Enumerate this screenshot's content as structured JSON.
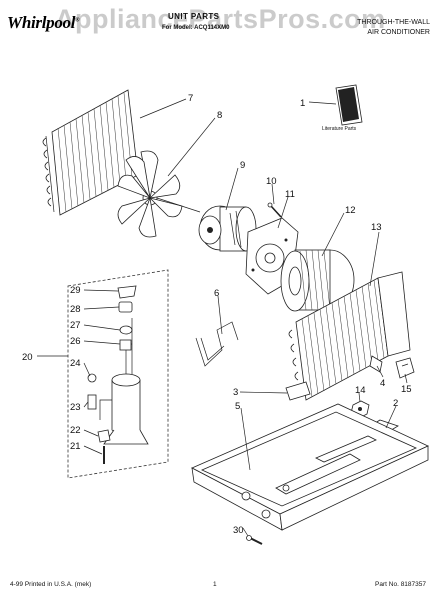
{
  "header": {
    "brand": "Whirlpool",
    "brand_mark": "®",
    "title": "UNIT PARTS",
    "model": "For Model: ACQ114XM0",
    "product_type_line1": "THROUGH-THE-WALL",
    "product_type_line2": "AIR CONDITIONER",
    "watermark": "AppliancePartsPros.com"
  },
  "literature_label": "Literature Parts",
  "callouts": {
    "c1": "1",
    "c2": "2",
    "c3": "3",
    "c4": "4",
    "c5": "5",
    "c6": "6",
    "c7": "7",
    "c8": "8",
    "c9": "9",
    "c10": "10",
    "c11": "11",
    "c12": "12",
    "c13": "13",
    "c14": "14",
    "c15": "15",
    "c20": "20",
    "c21": "21",
    "c22": "22",
    "c23": "23",
    "c24": "24",
    "c26": "26",
    "c27": "27",
    "c28": "28",
    "c29": "29",
    "c30": "30"
  },
  "footer": {
    "printed": "4-99 Printed in U.S.A. (mek)",
    "page": "1",
    "part_no": "Part No. 8187357"
  }
}
